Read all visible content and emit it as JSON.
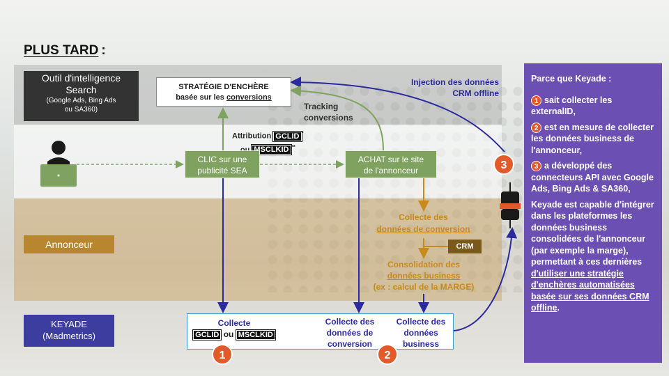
{
  "title": "PLUS TARD",
  "title_colon": ":",
  "outil": {
    "line1": "Outil d'intelligence",
    "line2": "Search",
    "line3": "(Google Ads, Bing Ads",
    "line4": "ou SA360)"
  },
  "strategie": {
    "line1": "STRATÉGIE D'ENCHÈRE",
    "line2_prefix": "basée sur les ",
    "line2_underlined": "conversions"
  },
  "injection": {
    "line1": "Injection des données",
    "line2": "CRM offline"
  },
  "tracking": {
    "line1": "Tracking",
    "line2": "conversions"
  },
  "attribution": {
    "prefix": "Attribution ",
    "gclid": "GCLID",
    "gclid_sup": "*",
    "ou": "ou ",
    "msclkid": "MSCLKID",
    "msclkid_sup": "**"
  },
  "clic": {
    "line1": "CLIC sur une",
    "line2": "publicité SEA"
  },
  "achat": {
    "line1": "ACHAT sur le site",
    "line2": "de l'annonceur"
  },
  "annonceur_label": "Annonceur",
  "collecte_conversion": {
    "line1": "Collecte des",
    "line2": "données de conversion"
  },
  "crm_label": "CRM",
  "consolidation": {
    "line1": "Consolidation des",
    "line2": "données business",
    "line3": "(ex : calcul de la MARGE)"
  },
  "keyade": {
    "line1": "KEYADE",
    "line2": "(Madmetrics)"
  },
  "bottom": {
    "c1_line1": "Collecte",
    "c1_gclid": "GCLID",
    "c1_ou": " ou ",
    "c1_msclkid": "MSCLKID",
    "c2_line1": "Collecte des",
    "c2_line2": "données de",
    "c2_line3": "conversion",
    "c3_line1": "Collecte des",
    "c3_line2": "données",
    "c3_line3": "business"
  },
  "numbers": {
    "n1": "1",
    "n2": "2",
    "n3": "3"
  },
  "right_panel": {
    "head": "Parce que Keyade :",
    "item1_num": "1",
    "item1": "sait collecter les externalID,",
    "item2_num": "2",
    "item2": "est en mesure de collecter les données business de l'annonceur,",
    "item3_num": "3",
    "item3": "a développé des connecteurs API avec Google Ads, Bing Ads & SA360,",
    "body_p1": "Keyade est capable d'intégrer dans les plateformes les données business consolidées de l'annonceur (par exemple la marge), permettant à ces dernières ",
    "body_u1": "d'utiliser une stratégie d'enchères automatisées basée sur ses données CRM offline",
    "body_end": "."
  },
  "colors": {
    "green": "#7fa261",
    "navy": "#2b2a9e",
    "orange": "#c88a1b",
    "badge": "#e2592a",
    "panel": "#6c4fb3",
    "keyade_box": "#3c3d9e",
    "annonceur_box": "#b8862f"
  },
  "icons": [
    "user-laptop-icon",
    "plug-connector-icon"
  ]
}
